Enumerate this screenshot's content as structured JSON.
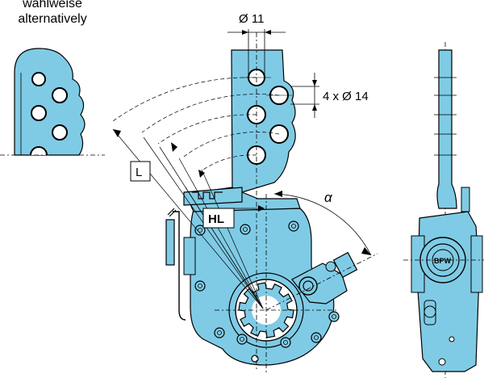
{
  "caption": {
    "line1": "wahlweise",
    "line2": "alternatively"
  },
  "dimensions": {
    "top_hole": "Ø 11",
    "holes": "4 x Ø 14",
    "length": "L",
    "hole_length": "HL",
    "angle": "α"
  },
  "colors": {
    "part_fill": "#7fcbe5",
    "line": "#000000",
    "background": "#ffffff"
  },
  "logo_text": "BPW"
}
